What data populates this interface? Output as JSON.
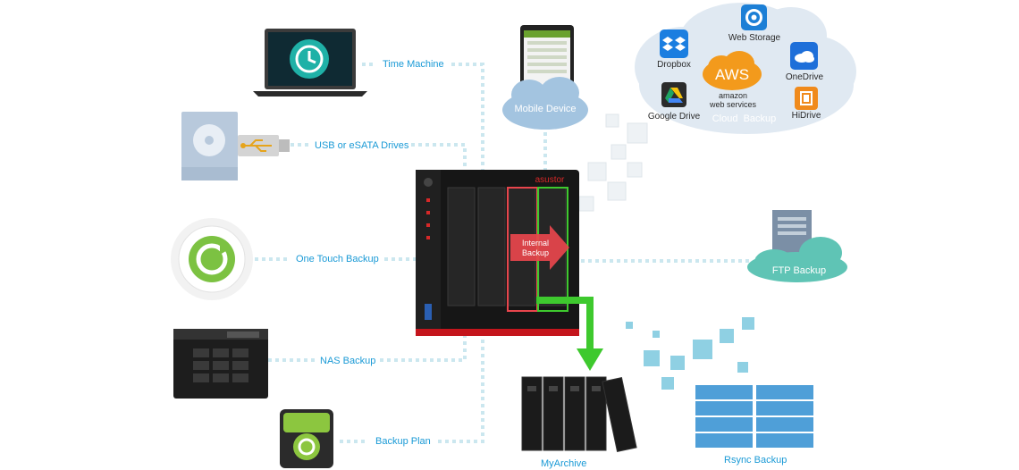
{
  "sources": {
    "time_machine": "Time Machine",
    "usb": "USB or eSATA Drives",
    "one_touch": "One Touch Backup",
    "nas": "NAS Backup",
    "backup_plan": "Backup Plan",
    "mobile": "Mobile Device",
    "ftp": "FTP Backup"
  },
  "cloud": {
    "web_storage": "Web Storage",
    "dropbox": "Dropbox",
    "aws": "AWS",
    "amazon": "amazon",
    "web_services": "web services",
    "onedrive": "OneDrive",
    "google_drive": "Google Drive",
    "cloud_backup": "Cloud  Backup",
    "hidrive": "HiDrive"
  },
  "nas_device": {
    "brand": "asustor",
    "internal_backup_line1": "Internal",
    "internal_backup_line2": "Backup"
  },
  "destinations": {
    "myarchive": "MyArchive",
    "rsync": "Rsync Backup"
  },
  "colors": {
    "label_blue": "#1a9ad6",
    "dotted_line": "#c8e6ef",
    "cloud_bg": "#dfe9f3",
    "arrow_red": "#e8454c",
    "arrow_green": "#3ec92e",
    "ftp_teal": "#5fc4b5"
  }
}
